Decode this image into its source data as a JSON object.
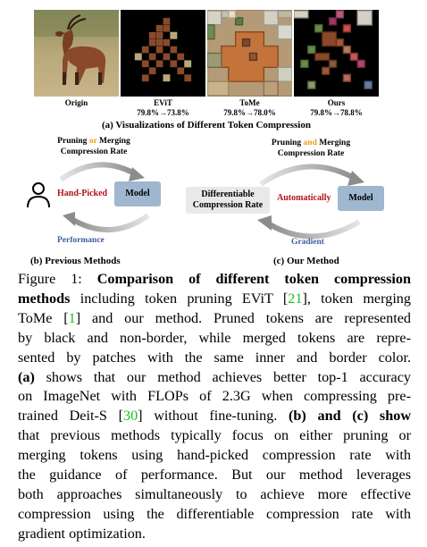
{
  "panel_a": {
    "images": [
      {
        "label": "Origin",
        "ratio": ""
      },
      {
        "label": "EViT",
        "ratio": "79.8%→73.8%"
      },
      {
        "label": "ToMe",
        "ratio": "79.8%→78.0%"
      },
      {
        "label": "Ours",
        "ratio": "79.8%→78.8%"
      }
    ],
    "caption": "(a) Visualizations of  Different Token Compression"
  },
  "panel_b": {
    "top_word1": "Pruning",
    "top_or": "or",
    "top_word2": "Merging",
    "top_line2": "Compression Rate",
    "left_label": "Hand-Picked",
    "model_label": "Model",
    "bottom_label": "Performance",
    "caption": "(b) Previous Methods",
    "icon": "person-icon"
  },
  "panel_c": {
    "top_word1": "Pruning",
    "top_and": "and",
    "top_word2": "Merging",
    "top_line2": "Compression Rate",
    "left_box_line1": "Differentiable",
    "left_box_line2": "Compression Rate",
    "center_label": "Automatically",
    "model_label": "Model",
    "bottom_label": "Gradient",
    "caption": "(c) Our Method"
  },
  "figure_caption": {
    "lines": [
      [
        "Figure 1: ",
        "Comparison of different token compression",
        "",
        "",
        ""
      ],
      [
        "methods",
        " including token pruning EViT [",
        "21",
        "], token merging",
        ""
      ],
      [
        "",
        "ToMe [",
        "1",
        "] and our method.  Pruned tokens are represented",
        ""
      ],
      [
        "",
        "by black and non-border, while merged tokens are repre-",
        "",
        "",
        ""
      ],
      [
        "",
        "sented by patches with the same inner and border color.",
        "",
        "",
        ""
      ],
      [
        "(a)",
        " shows that our method achieves better top-1 accuracy",
        "",
        "",
        ""
      ],
      [
        "",
        "on ImageNet with FLOPs of 2.3G when compressing pre-",
        "",
        "",
        ""
      ],
      [
        "",
        "trained Deit-S [",
        "30",
        "] without fine-tuning.  ",
        "(b) and (c) show"
      ],
      [
        "",
        "that previous methods typically focus on either pruning or",
        "",
        "",
        ""
      ],
      [
        "",
        "merging tokens using hand-picked compression rate with",
        "",
        "",
        ""
      ],
      [
        "",
        "the guidance of performance.  But our method leverages",
        "",
        "",
        ""
      ],
      [
        "",
        "both approaches simultaneously to achieve more effective",
        "",
        "",
        ""
      ],
      [
        "",
        "compression using the differentiable compression rate with",
        "",
        "",
        ""
      ],
      [
        "",
        "gradient optimization.",
        "",
        "",
        ""
      ]
    ]
  },
  "colors": {
    "orange": "#e8a21c",
    "dark_red": "#b0141c",
    "blue_text": "#3f5d9a",
    "model_box": "#9fb7cf",
    "cite_green": "#19c319"
  }
}
